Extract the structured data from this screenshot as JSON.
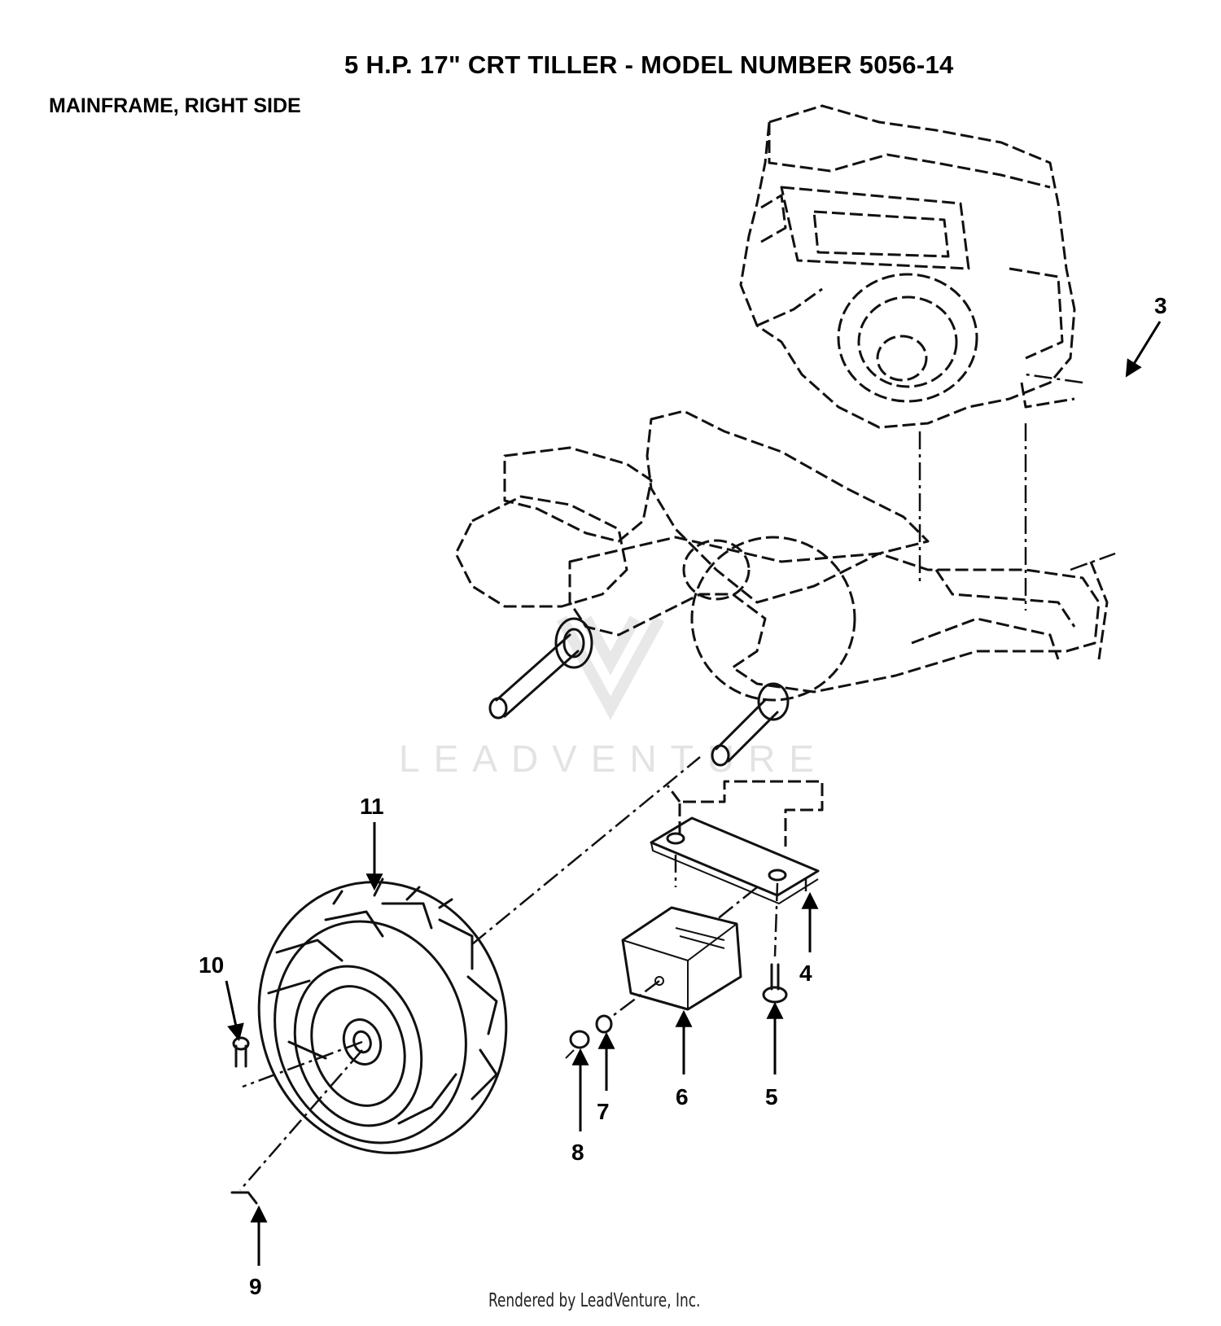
{
  "header": {
    "title": "5 H.P. 17\" CRT TILLER - MODEL NUMBER 5056-14",
    "subtitle": "MAINFRAME, RIGHT SIDE"
  },
  "watermark": "LEADVENTURE",
  "footer": "Rendered by LeadVenture, Inc.",
  "callouts": [
    "3",
    "4",
    "5",
    "6",
    "7",
    "8",
    "9",
    "10",
    "11"
  ]
}
